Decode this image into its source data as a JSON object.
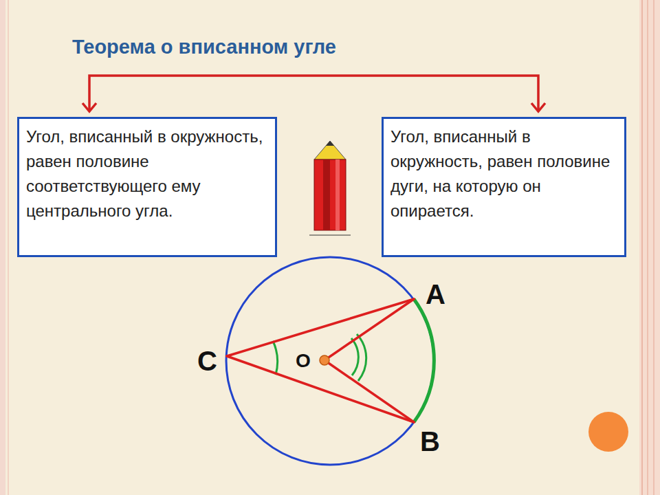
{
  "diagram": {
    "title": "Теорема о вписанном угле",
    "nodes": [
      {
        "text": [
          "Угол, вписанный в окружность, равен половине соответствующего ему центрального угла."
        ]
      },
      {
        "text": [
          "Угол, вписанный в окружность, равен половине дуги, на которую он опирается."
        ]
      }
    ],
    "labels": [
      "A",
      "C",
      "O",
      "B"
    ]
  }
}
